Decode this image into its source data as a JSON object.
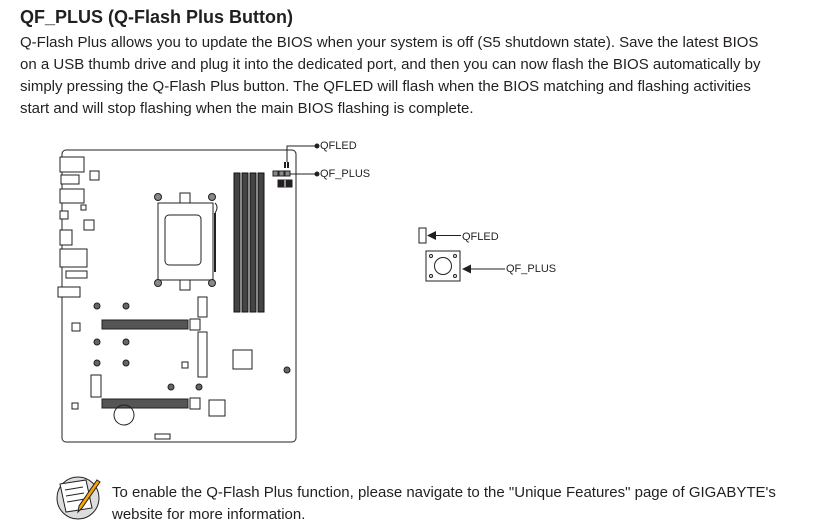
{
  "section": {
    "title": "QF_PLUS (Q-Flash Plus Button)",
    "body_lines": [
      "Q-Flash Plus allows you to update the BIOS when your system is off (S5 shutdown state). Save the latest BIOS",
      "on a USB thumb drive and plug it into the dedicated port, and then you can now flash the BIOS automatically by",
      "simply pressing the Q-Flash Plus button. The QFLED will flash when the BIOS matching and flashing activities",
      "start and will stop flashing when the main BIOS flashing is complete."
    ]
  },
  "diagram": {
    "board_labels": {
      "qfled": "QFLED",
      "qf_plus": "QF_PLUS"
    },
    "detail_labels": {
      "qfled": "QFLED",
      "qf_plus": "QF_PLUS"
    }
  },
  "note": {
    "icon": "note-pencil-icon",
    "lines": [
      "To enable the Q-Flash Plus function, please navigate to the \"Unique Features\" page of GIGABYTE's",
      "website for more information."
    ]
  }
}
